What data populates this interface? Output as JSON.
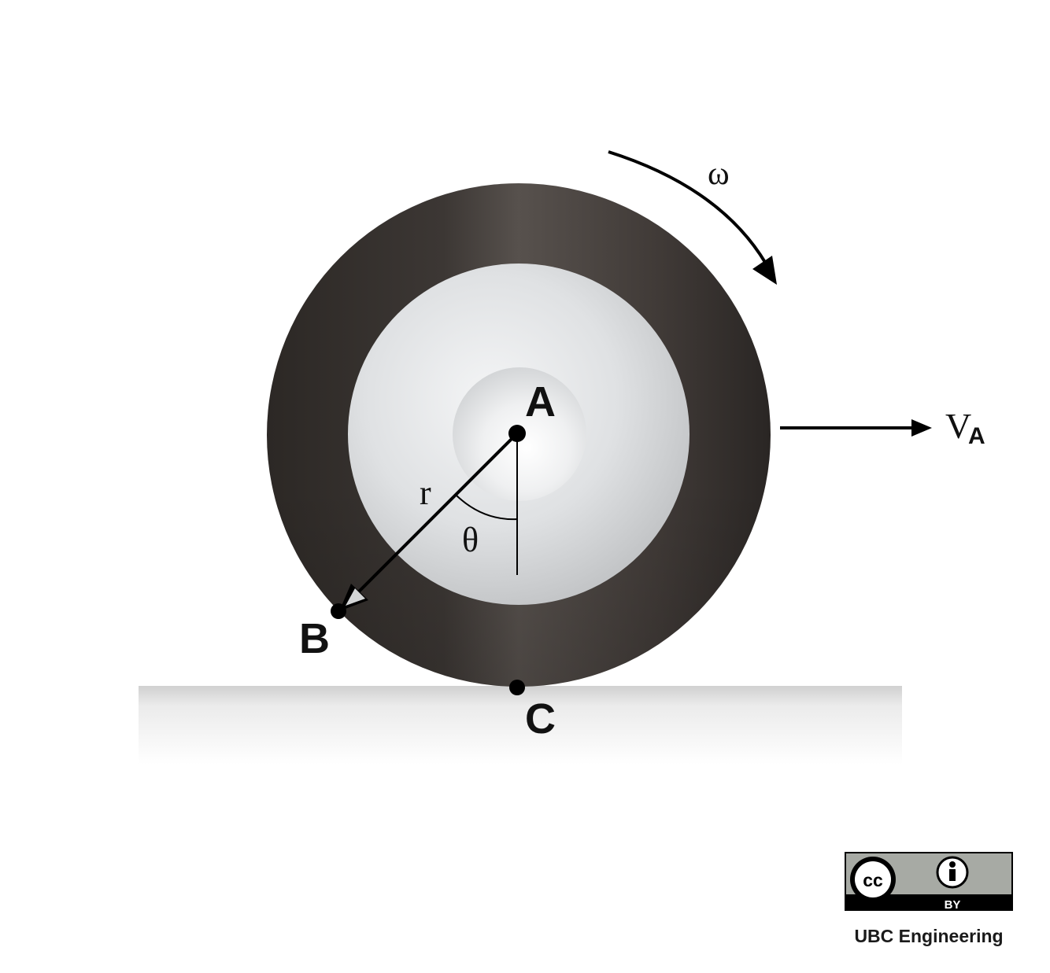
{
  "diagram": {
    "labels": {
      "center": "A",
      "rim_point": "B",
      "contact_point": "C",
      "radius": "r",
      "angle": "θ",
      "angular_velocity": "ω",
      "velocity": "V",
      "velocity_subscript": "A"
    },
    "license": {
      "cc": "cc",
      "by": "BY",
      "credit": "UBC Engineering"
    },
    "colors": {
      "tire_dark": "#2e2a27",
      "tire_highlight": "#56504c",
      "hub_light": "#e9ebec",
      "hub_edge": "#c6c8ca",
      "ground": "#dcdcdc",
      "ink": "#000000",
      "badge_gray": "#a7aaa4"
    }
  }
}
